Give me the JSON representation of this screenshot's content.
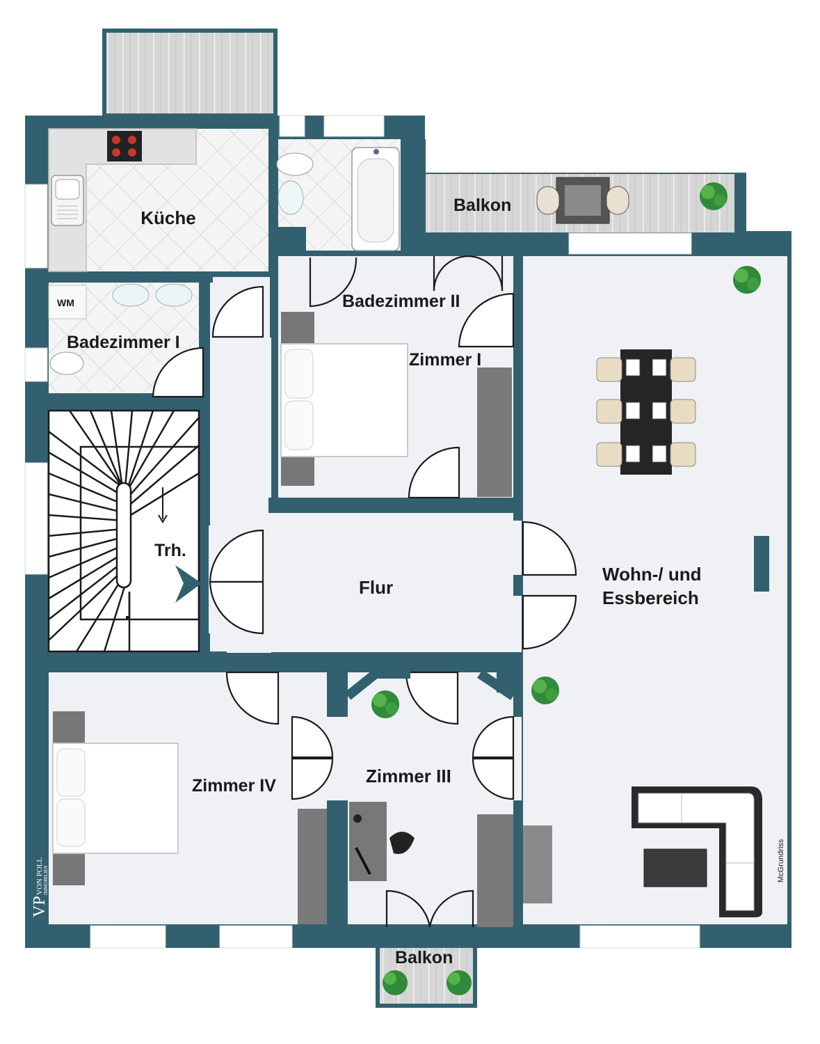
{
  "rooms": {
    "kueche": "Küche",
    "badezimmer_1": "Badezimmer I",
    "badezimmer_2": "Badezimmer II",
    "balkon_top": "Balkon",
    "zimmer_1": "Zimmer I",
    "trh": "Trh.",
    "flur": "Flur",
    "wohn_line1": "Wohn-/ und",
    "wohn_line2": "Essbereich",
    "zimmer_3": "Zimmer III",
    "zimmer_4": "Zimmer IV",
    "balkon_bottom": "Balkon"
  },
  "appliance": {
    "wm": "WM"
  },
  "branding": {
    "logo_monogram": "VP",
    "logo_name": "VON POLL",
    "logo_sub": "IMMOBILIEN",
    "credit": "McGrundriss"
  },
  "colors": {
    "wall": "#33606f",
    "floor": "#eff1f5",
    "tile": "#f2f2f2",
    "deck": "#d3d3d3",
    "window": "#ffffff"
  }
}
